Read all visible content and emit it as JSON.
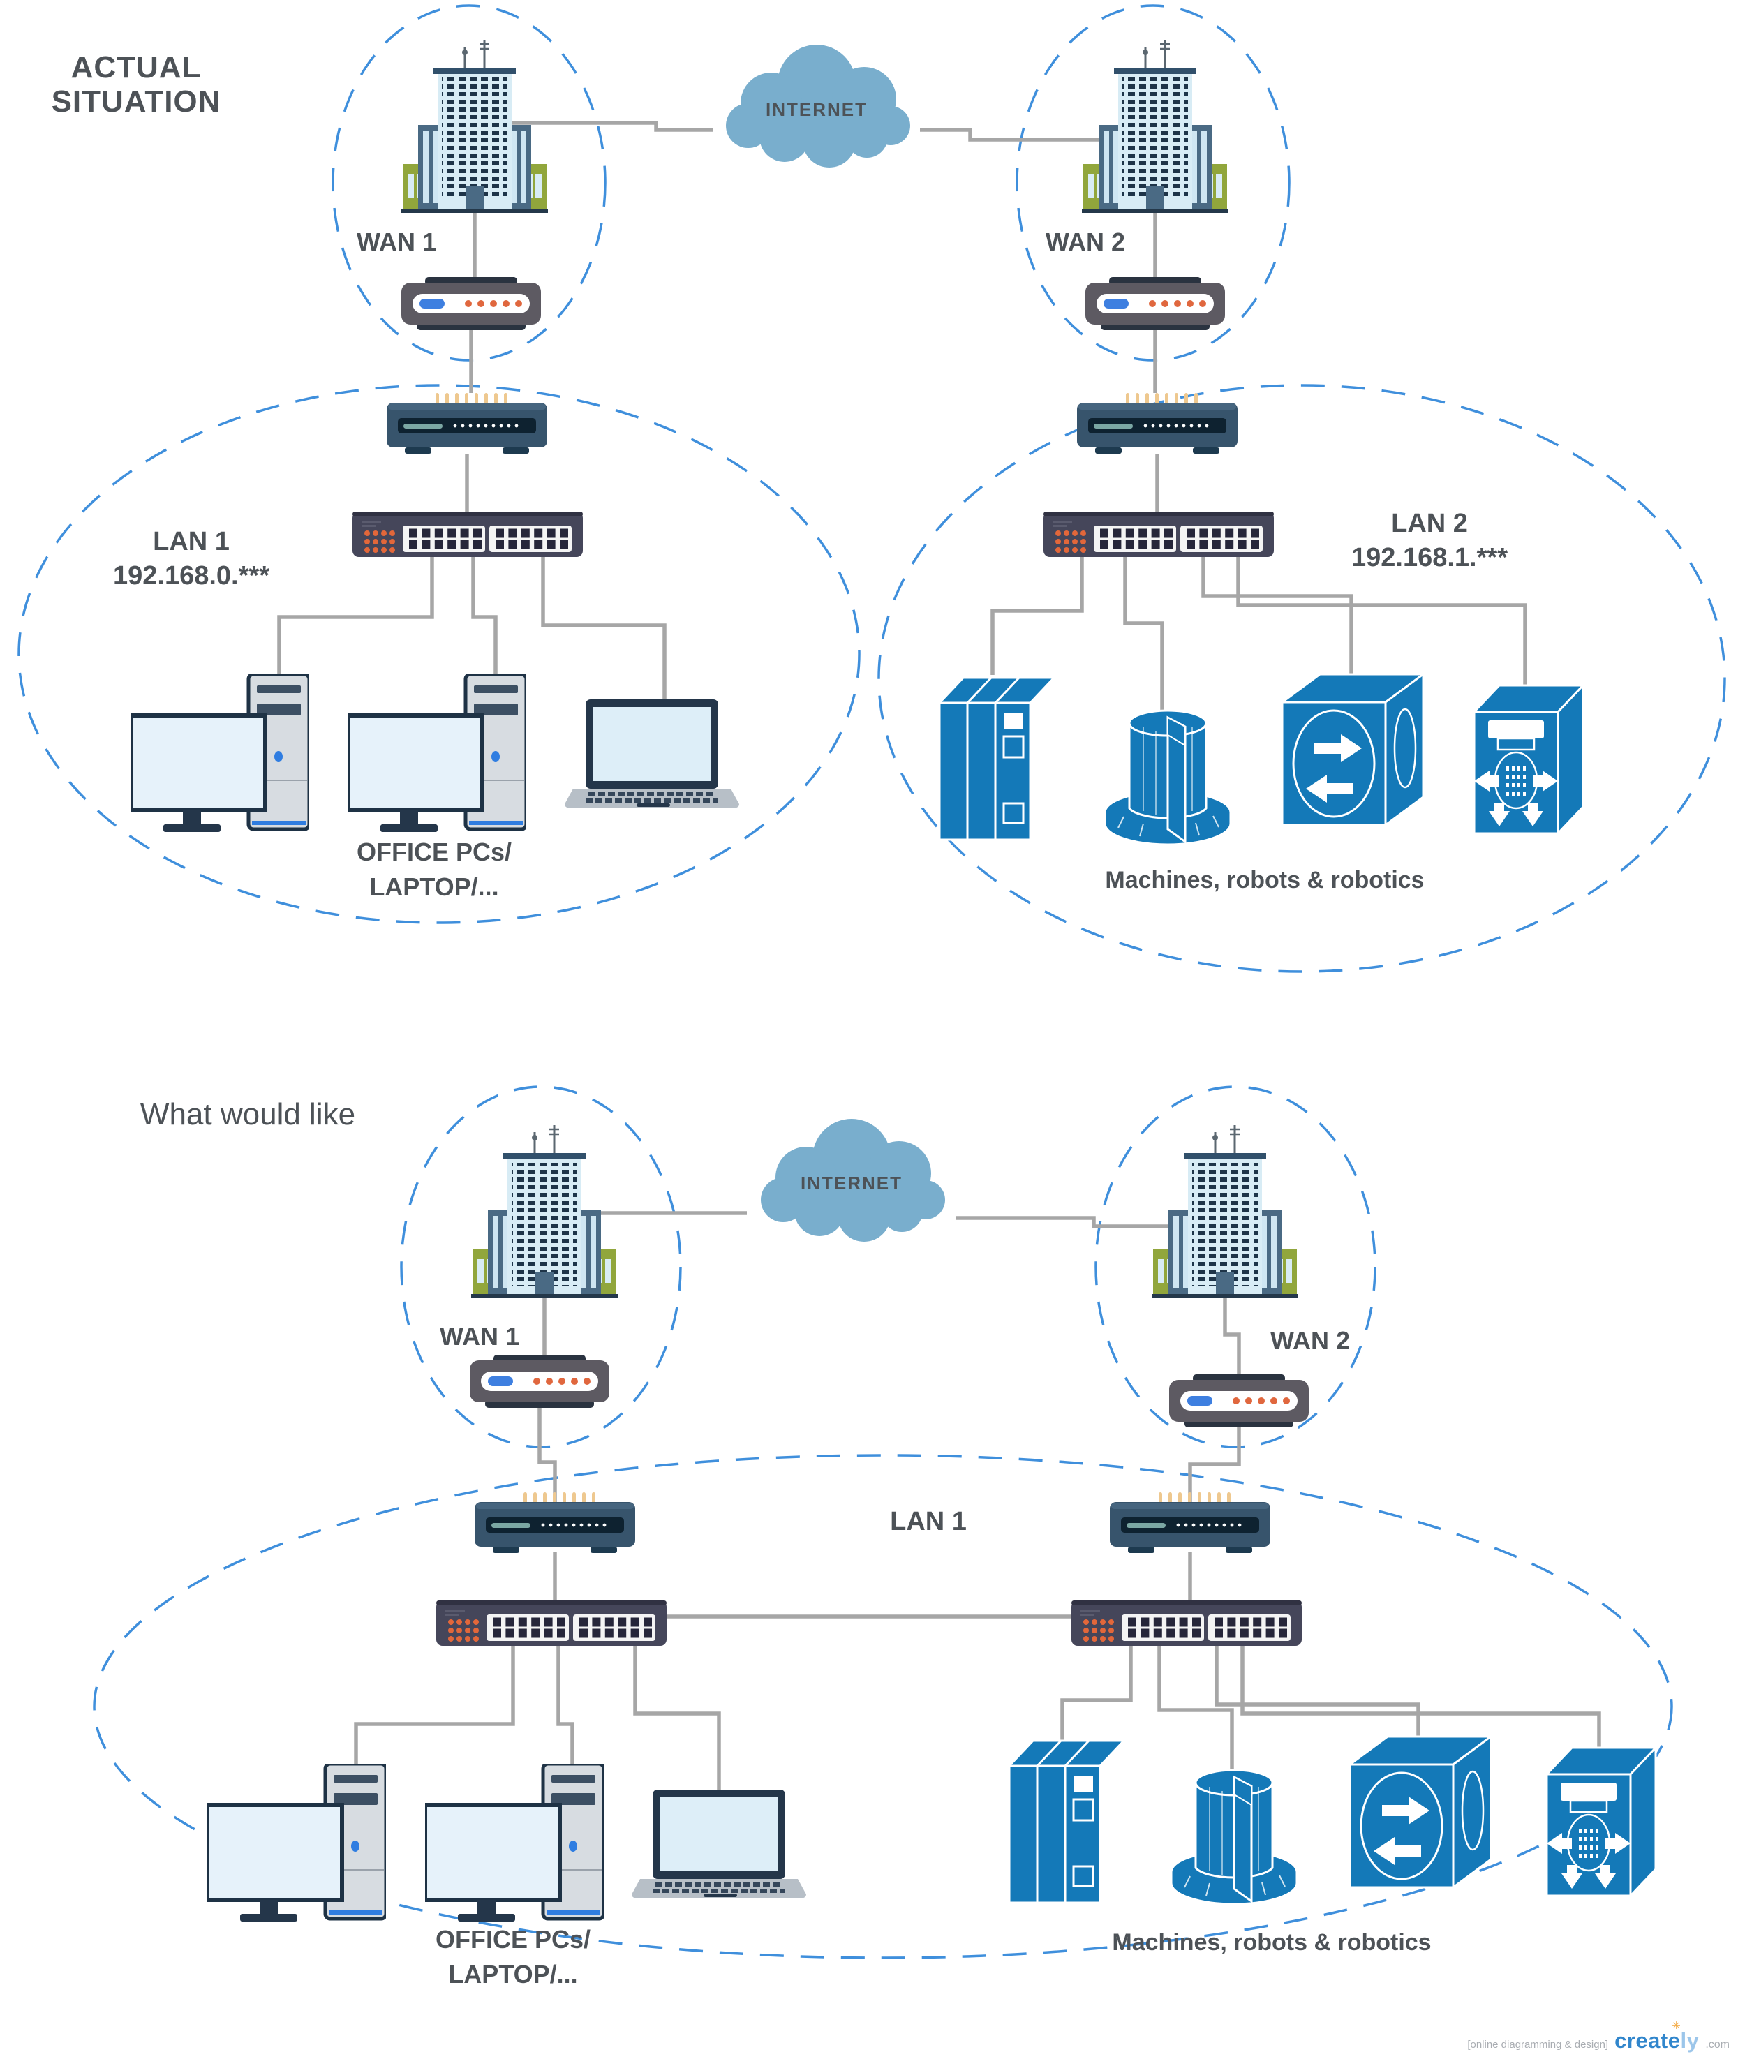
{
  "colors": {
    "boundary_dash_blue": "#3f8fdc",
    "connector_gray": "#a6a6a6",
    "label_gray": "#4d5257",
    "cloud_blue": "#79aecd",
    "machine_blue": "#1479b8",
    "router_navy": "#37546c",
    "switch_dark": "#45465a",
    "led_orange": "#e2673a",
    "building_light_blue": "#d8ecf5",
    "building_green": "#91a63c",
    "brand_blue": "#3186cc"
  },
  "icons": {
    "sparkle": "✳"
  },
  "top": {
    "title": "ACTUAL SITUATION",
    "internet": "INTERNET",
    "wan1": "WAN 1",
    "wan2": "WAN 2",
    "lan1_name": "LAN 1",
    "lan1_subnet": "192.168.0.***",
    "lan2_name": "LAN 2",
    "lan2_subnet": "192.168.1.***",
    "office_line1": "OFFICE PCs/",
    "office_line2": "LAPTOP/...",
    "machines": "Machines, robots & robotics"
  },
  "bottom": {
    "title": "What would like",
    "internet": "INTERNET",
    "wan1": "WAN 1",
    "wan2": "WAN 2",
    "lan1": "LAN 1",
    "office_line1": "OFFICE PCs/",
    "office_line2": "LAPTOP/...",
    "machines": "Machines, robots & robotics"
  },
  "watermark": {
    "prefix": "[online diagramming & design]",
    "brand_main": "create",
    "brand_tail": "ly",
    "suffix": ".com"
  }
}
